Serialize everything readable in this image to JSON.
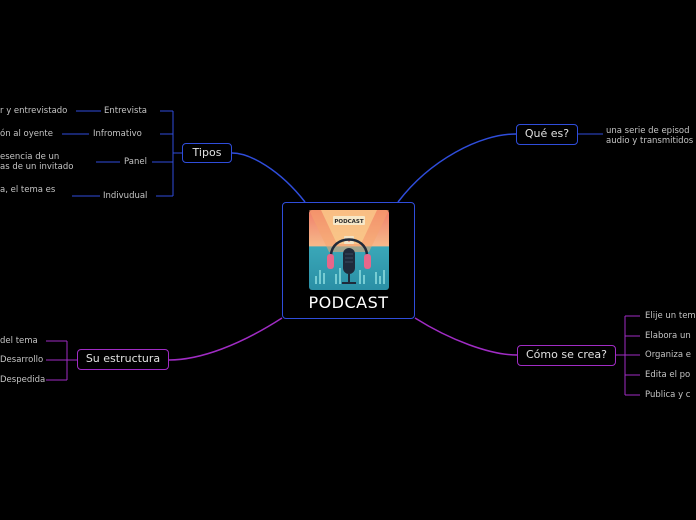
{
  "center": {
    "title": "PODCAST",
    "image_text": "PODCAST"
  },
  "tipos": {
    "label": "Tipos",
    "items": [
      "Entrevista",
      "Infromativo",
      "Panel",
      "Indivudual"
    ],
    "notes": [
      "r y entrevistado",
      "ón al oyente",
      "esencia de un\nas de un invitado",
      "a, el tema es"
    ]
  },
  "que_es": {
    "label": "Qué es?",
    "note": "una serie de episod\naudio y transmitidos"
  },
  "estructura": {
    "label": "Su estructura",
    "items": [
      "del tema",
      "Desarrollo",
      "Despedida"
    ]
  },
  "como": {
    "label": "Cómo se crea?",
    "items": [
      "Elije un tem",
      "Elabora un",
      "Organiza e",
      "Edita el po",
      "Publica y c"
    ]
  },
  "colors": {
    "blue": "#2f4ddb",
    "purple": "#a02cc4",
    "background": "#000000"
  }
}
